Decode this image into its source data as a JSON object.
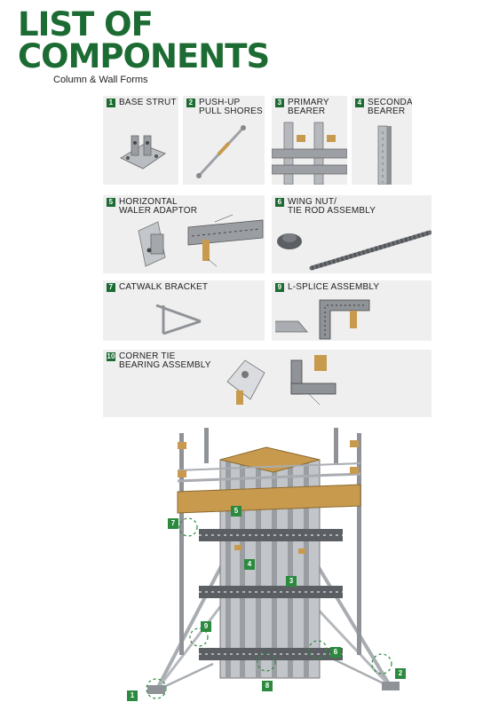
{
  "header": {
    "title_line1": "LIST OF",
    "title_line2": "COMPONENTS",
    "subtitle": "Column & Wall Forms"
  },
  "components": [
    {
      "num": "1",
      "label": "BASE STRUT"
    },
    {
      "num": "2",
      "label": "PUSH-UP\nPULL SHORES"
    },
    {
      "num": "3",
      "label": "PRIMARY\nBEARER"
    },
    {
      "num": "4",
      "label": "SECONDARY\nBEARER"
    },
    {
      "num": "5",
      "label": "HORIZONTAL\nWALER ADAPTOR"
    },
    {
      "num": "6",
      "label": "WING NUT/\nTIE ROD ASSEMBLY"
    },
    {
      "num": "7",
      "label": "CATWALK BRACKET"
    },
    {
      "num": "9",
      "label": "L-SPLICE ASSEMBLY"
    },
    {
      "num": "10",
      "label": "CORNER TIE\nBEARING ASSEMBLY"
    }
  ],
  "callouts": [
    "5",
    "7",
    "4",
    "3",
    "9",
    "6",
    "2",
    "1",
    "8"
  ],
  "colors": {
    "brand_green": "#1c6b33",
    "card_bg": "#efefef",
    "wood": "#c89a4e",
    "steel": "#a9adb1"
  }
}
